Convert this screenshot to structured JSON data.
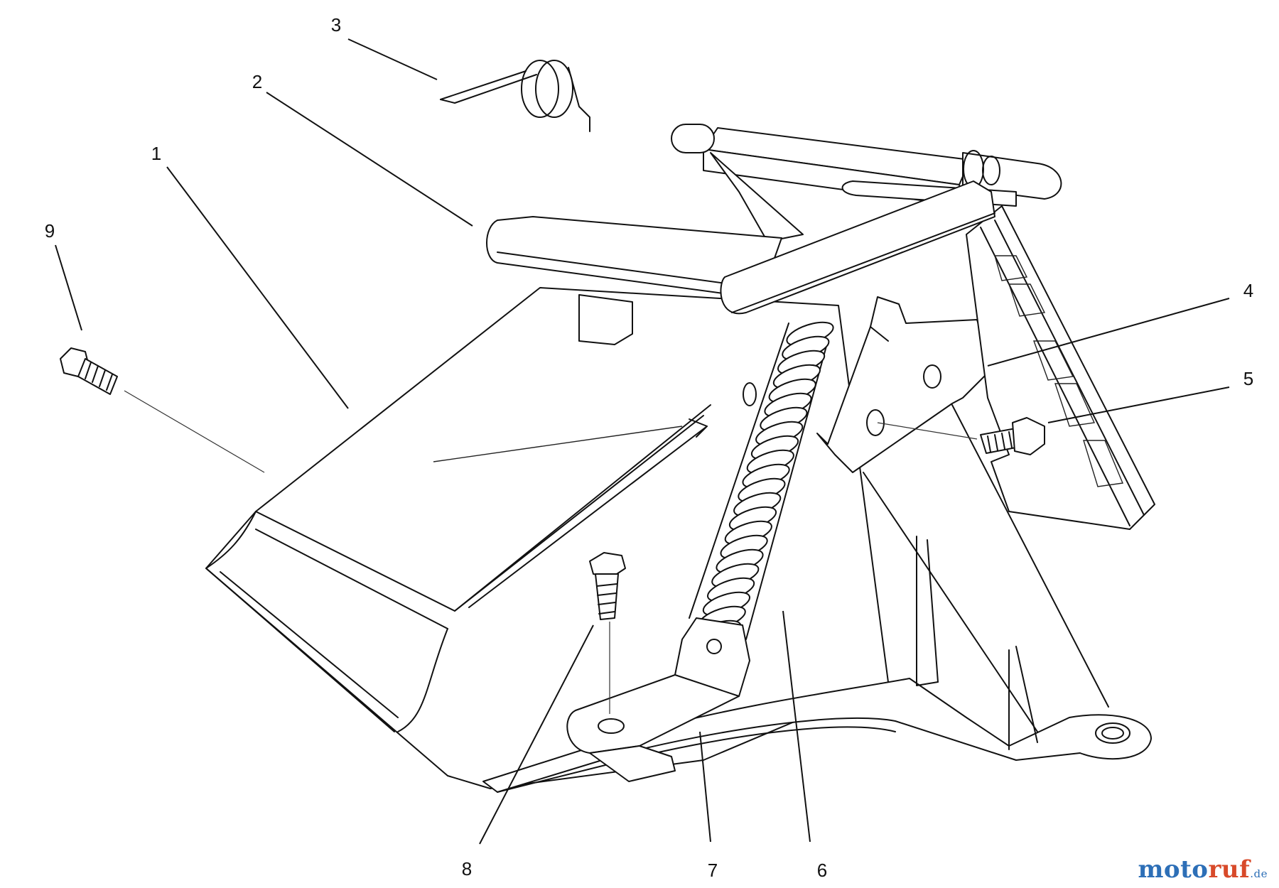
{
  "callouts": [
    {
      "id": "1",
      "label": "1"
    },
    {
      "id": "2",
      "label": "2"
    },
    {
      "id": "3",
      "label": "3"
    },
    {
      "id": "4",
      "label": "4"
    },
    {
      "id": "5",
      "label": "5"
    },
    {
      "id": "6",
      "label": "6"
    },
    {
      "id": "7",
      "label": "7"
    },
    {
      "id": "8",
      "label": "8"
    },
    {
      "id": "9",
      "label": "9"
    }
  ],
  "watermark": {
    "part_a": "moto",
    "part_b": "ruf",
    "tld": ".de",
    "colors": {
      "primary": "#2d6fb7",
      "accent": "#d84a2a"
    }
  }
}
